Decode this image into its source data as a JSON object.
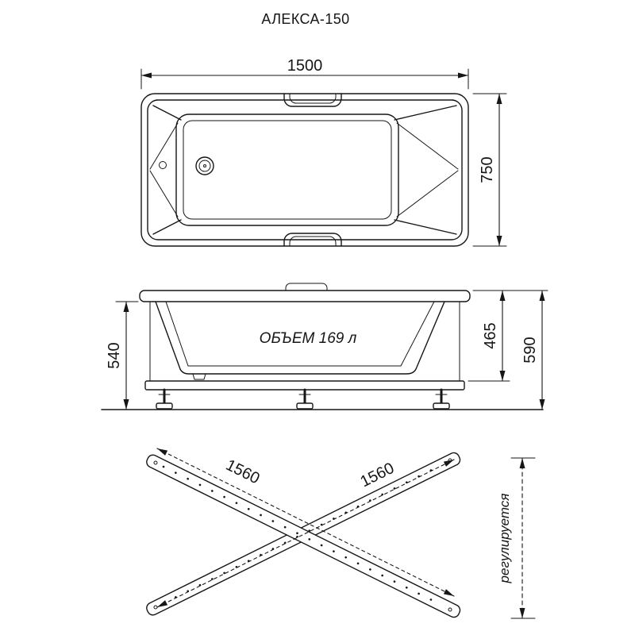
{
  "title": "АЛЕКСА-150",
  "top_view": {
    "length": "1500",
    "width": "750"
  },
  "side_view": {
    "height_left": "540",
    "tub_height": "465",
    "total_height": "590",
    "volume": "ОБЪЕМ 169 л"
  },
  "frame_view": {
    "diagonal_left": "1560",
    "diagonal_right": "1560",
    "adjustable": "регулируется"
  }
}
